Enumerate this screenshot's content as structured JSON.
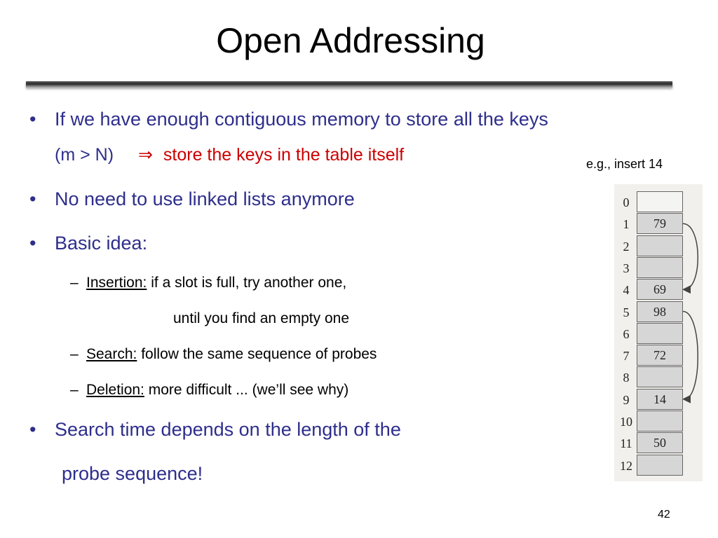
{
  "title": "Open Addressing",
  "bullets": {
    "b1_line1": "If we have enough contiguous memory to store all the keys",
    "b1_line2_prefix": "(m > N)",
    "b1_arrow": "⇒",
    "b1_line2_red": "store the keys in the table itself",
    "b2": "No need to use linked lists anymore",
    "b3": "Basic idea:",
    "sub1_label": "Insertion:",
    "sub1_text": "if a slot is full, try another one,",
    "sub1_cont": "until you find an empty one",
    "sub2_label": "Search:",
    "sub2_text": "follow the same sequence of probes",
    "sub3_label": "Deletion:",
    "sub3_text": "more difficult ... (we’ll see why)",
    "b4_line1": "Search time depends on the length of the",
    "b4_line2": "probe sequence!"
  },
  "bullet_char": "•",
  "dash_char": "–",
  "example_caption": "e.g., insert 14",
  "hash_table": {
    "slots": [
      {
        "index": "0",
        "value": "",
        "empty": true
      },
      {
        "index": "1",
        "value": "79",
        "empty": false
      },
      {
        "index": "2",
        "value": "",
        "empty": false
      },
      {
        "index": "3",
        "value": "",
        "empty": false
      },
      {
        "index": "4",
        "value": "69",
        "empty": false
      },
      {
        "index": "5",
        "value": "98",
        "empty": false
      },
      {
        "index": "6",
        "value": "",
        "empty": false
      },
      {
        "index": "7",
        "value": "72",
        "empty": false
      },
      {
        "index": "8",
        "value": "",
        "empty": false
      },
      {
        "index": "9",
        "value": "14",
        "empty": false
      },
      {
        "index": "10",
        "value": "",
        "empty": false
      },
      {
        "index": "11",
        "value": "50",
        "empty": false
      },
      {
        "index": "12",
        "value": "",
        "empty": false
      }
    ]
  },
  "page_number": "42",
  "colors": {
    "bullet_text": "#2e2e8c",
    "highlight": "#cc0000"
  }
}
